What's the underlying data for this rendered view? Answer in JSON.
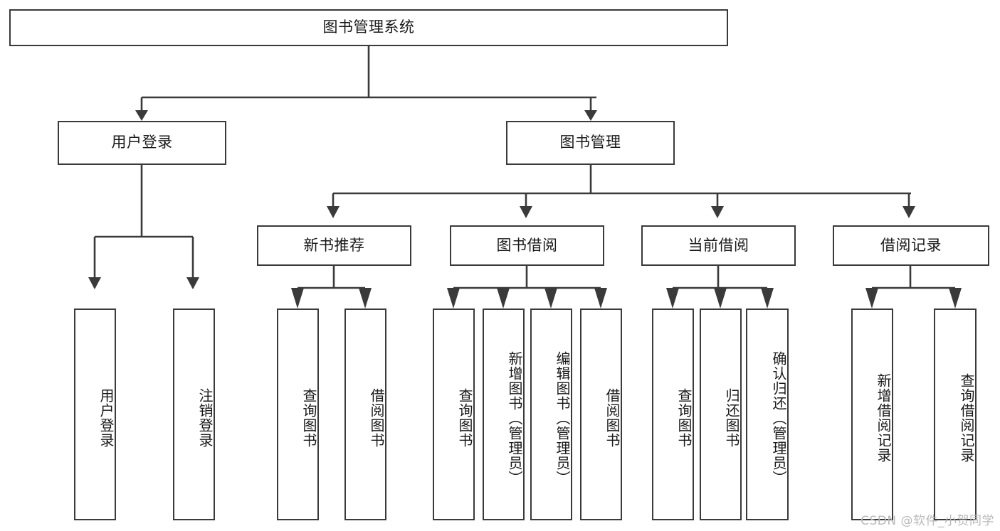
{
  "diagram": {
    "type": "tree-hierarchy",
    "title": "图书管理系统",
    "orientation": "top-down",
    "colors": {
      "box_border": "#3a3a3a",
      "box_fill": "#ffffff",
      "edge": "#3a3a3a",
      "text": "#1a1a1a",
      "watermark": "#b9b9b9",
      "background": "#ffffff"
    },
    "root": {
      "label": "图书管理系统"
    },
    "level2": [
      {
        "id": "user-login",
        "label": "用户登录"
      },
      {
        "id": "book-manage",
        "label": "图书管理"
      }
    ],
    "level3": [
      {
        "id": "new-book-recommend",
        "label": "新书推荐"
      },
      {
        "id": "book-borrow",
        "label": "图书借阅"
      },
      {
        "id": "current-borrow",
        "label": "当前借阅"
      },
      {
        "id": "borrow-record",
        "label": "借阅记录"
      }
    ],
    "leaves": {
      "user_login": [
        {
          "id": "leaf-user-login",
          "label": "用户登录"
        },
        {
          "id": "leaf-logout-login",
          "label": "注销登录"
        }
      ],
      "new_book_recommend": [
        {
          "id": "leaf-query-book-1",
          "label": "查询图书"
        },
        {
          "id": "leaf-borrow-book-1",
          "label": "借阅图书"
        }
      ],
      "book_borrow": [
        {
          "id": "leaf-query-book-2",
          "label": "查询图书"
        },
        {
          "id": "leaf-add-book",
          "label": "新增图书（管理员）"
        },
        {
          "id": "leaf-edit-book",
          "label": "编辑图书（管理员）"
        },
        {
          "id": "leaf-borrow-book-2",
          "label": "借阅图书"
        }
      ],
      "current_borrow": [
        {
          "id": "leaf-query-book-3",
          "label": "查询图书"
        },
        {
          "id": "leaf-return-book",
          "label": "归还图书"
        },
        {
          "id": "leaf-confirm-return",
          "label": "确认归还（管理员）"
        }
      ],
      "borrow_record": [
        {
          "id": "leaf-add-record",
          "label": "新增借阅记录"
        },
        {
          "id": "leaf-query-record",
          "label": "查询借阅记录"
        }
      ]
    }
  },
  "watermark": {
    "text": "CSDN @软件_小贺同学"
  }
}
